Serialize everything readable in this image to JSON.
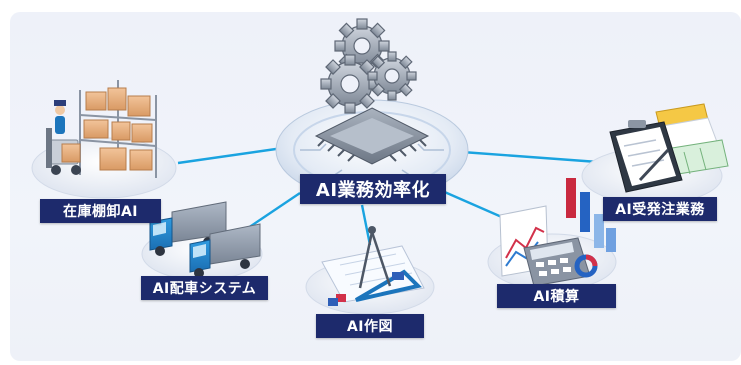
{
  "diagram": {
    "center": {
      "title": "AI業務効率化"
    },
    "nodes": [
      {
        "id": "inventory",
        "label": "在庫棚卸AI",
        "icon": "warehouse-shelves-icon"
      },
      {
        "id": "dispatch",
        "label": "AI配車システム",
        "icon": "delivery-trucks-icon"
      },
      {
        "id": "drafting",
        "label": "AI作図",
        "icon": "drafting-blueprint-icon"
      },
      {
        "id": "estimate",
        "label": "AI積算",
        "icon": "calculator-charts-icon"
      },
      {
        "id": "orders",
        "label": "AI受発注業務",
        "icon": "clipboard-documents-icon"
      }
    ],
    "colors": {
      "label_bg": "#1d2a6c",
      "connector": "#1aa3e0",
      "platform": "#e9edf5",
      "background": "#eef1f9"
    }
  }
}
